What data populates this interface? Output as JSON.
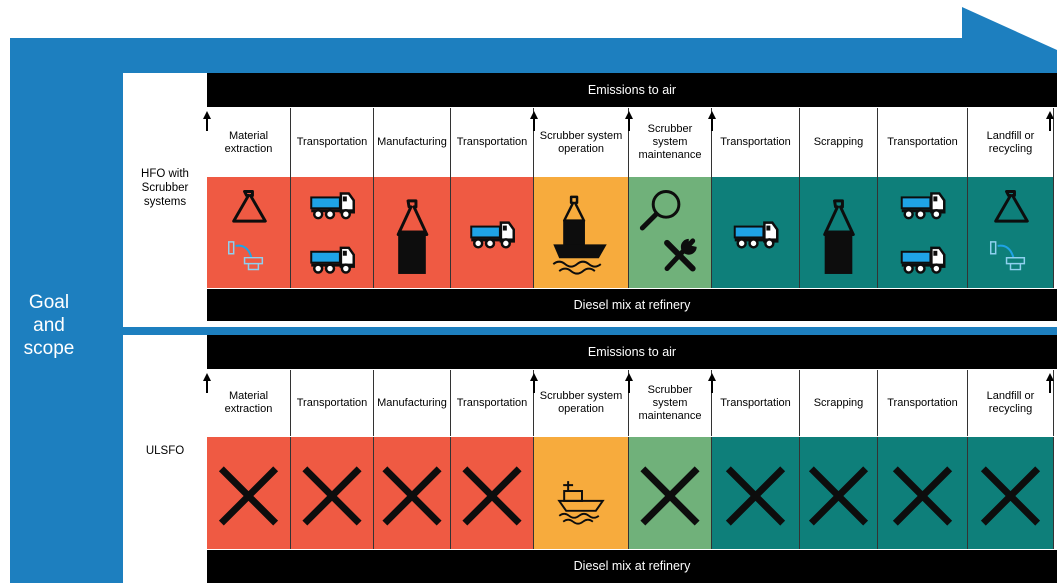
{
  "goal_and_scope": {
    "lines": [
      "Goal",
      "and",
      "scope"
    ]
  },
  "colors": {
    "arrow": "#1d7fbf",
    "material": "#ef5a43",
    "operation": "#f7ab3d",
    "maintenance": "#70b17a",
    "end_of_life": "#0e7f7a",
    "truck_blue": "#1fa3e6",
    "icon_black": "#0d0d0d"
  },
  "panels": [
    {
      "label": "HFO with Scrubber systems",
      "top_bar": "Emissions to air",
      "bottom_bar": "Diesel mix at refinery",
      "stages": [
        {
          "label": "Material extraction",
          "color": "material",
          "icons": [
            "flask-icon",
            "tap-icon"
          ]
        },
        {
          "label": "Transportation",
          "color": "material",
          "icons": [
            "truck-icon",
            "truck-icon"
          ]
        },
        {
          "label": "Manufacturing",
          "color": "material",
          "icons": [
            "factory-icon"
          ]
        },
        {
          "label": "Transportation",
          "color": "material",
          "icons": [
            "truck-icon"
          ]
        },
        {
          "label": "Scrubber system operation",
          "color": "operation",
          "icons": [
            "ship-with-scrubber-icon"
          ]
        },
        {
          "label": "Scrubber system maintenance",
          "color": "maintenance",
          "icons": [
            "magnifier-icon",
            "tools-icon"
          ]
        },
        {
          "label": "Transportation",
          "color": "end_of_life",
          "icons": [
            "truck-icon"
          ]
        },
        {
          "label": "Scrapping",
          "color": "end_of_life",
          "icons": [
            "factory-icon"
          ]
        },
        {
          "label": "Transportation",
          "color": "end_of_life",
          "icons": [
            "truck-icon",
            "truck-icon"
          ]
        },
        {
          "label": "Landfill or recycling",
          "color": "end_of_life",
          "icons": [
            "flask-icon",
            "tap-icon"
          ]
        }
      ]
    },
    {
      "label": "ULSFO",
      "top_bar": "Emissions to air",
      "bottom_bar": "Diesel mix at refinery",
      "stages": [
        {
          "label": "Material extraction",
          "color": "material",
          "icons": [
            "cross-icon"
          ]
        },
        {
          "label": "Transportation",
          "color": "material",
          "icons": [
            "cross-icon"
          ]
        },
        {
          "label": "Manufacturing",
          "color": "material",
          "icons": [
            "cross-icon"
          ]
        },
        {
          "label": "Transportation",
          "color": "material",
          "icons": [
            "cross-icon"
          ]
        },
        {
          "label": "Scrubber system operation",
          "color": "operation",
          "icons": [
            "ship-outline-icon"
          ]
        },
        {
          "label": "Scrubber system maintenance",
          "color": "maintenance",
          "icons": [
            "cross-icon"
          ]
        },
        {
          "label": "Transportation",
          "color": "end_of_life",
          "icons": [
            "cross-icon"
          ]
        },
        {
          "label": "Scrapping",
          "color": "end_of_life",
          "icons": [
            "cross-icon"
          ]
        },
        {
          "label": "Transportation",
          "color": "end_of_life",
          "icons": [
            "cross-icon"
          ]
        },
        {
          "label": "Landfill or recycling",
          "color": "end_of_life",
          "icons": [
            "cross-icon"
          ]
        }
      ]
    }
  ]
}
